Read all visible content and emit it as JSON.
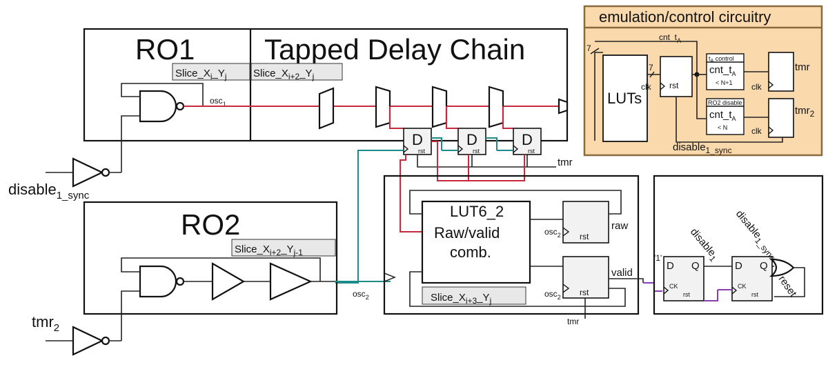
{
  "ro1": {
    "title": "RO1",
    "slice": "Slice_X",
    "slice_sub_i": "i",
    "slice_mid": "_Y",
    "slice_sub_j": "j",
    "osc": "osc",
    "osc_sub": "1"
  },
  "tdc": {
    "title": "Tapped Delay Chain",
    "slice": "Slice_X",
    "slice_sub_i": "i+2",
    "slice_mid": "_Y",
    "slice_sub_j": "j",
    "ff_label": "D",
    "rst": "rst",
    "tmr": "tmr"
  },
  "disable_in": {
    "label": "disable",
    "sub": "1_sync"
  },
  "ro2": {
    "title": "RO2",
    "slice": "Slice_X",
    "slice_sub_i": "i+2",
    "slice_mid": "_Y",
    "slice_sub_j": "j-1",
    "osc": "osc",
    "osc_sub": "2"
  },
  "tmr2_in": {
    "label": "tmr",
    "sub": "2"
  },
  "lut_block": {
    "lut_title": "LUT6_2",
    "lut_line1": "Raw/valid",
    "lut_line2": "comb.",
    "raw": "raw",
    "valid": "valid",
    "osc": "osc",
    "osc_sub": "2",
    "rst": "rst",
    "slice": "Slice_X",
    "slice_sub_i": "i+3",
    "slice_mid": "_Y",
    "slice_sub_j": "j",
    "tmr": "tmr"
  },
  "disable_block": {
    "one": "'1'",
    "d": "D",
    "q": "Q",
    "ck": "CK",
    "rst": "rst",
    "disable1": "disable",
    "disable1_sub": "1",
    "disable_sync": "disable",
    "disable_sync_sub": "1_sync",
    "reset": "reset"
  },
  "emu": {
    "title": "emulation/control circuitry",
    "luts": "LUTs",
    "bus_width": "7",
    "cnt": "cnt_t",
    "cnt_sub": "A",
    "clk": "clk",
    "rst": "rst",
    "ctrl_title": "t",
    "ctrl_title_sub": "A",
    "ctrl_title_rest": " control",
    "ctrl_cond": "< N+1",
    "ro2_disable": "RO2 disable",
    "ro2_cond": "< N",
    "tmr": "tmr",
    "tmr2": "tmr",
    "tmr2_sub": "2",
    "disable": "disable",
    "disable_sub": "1_sync"
  },
  "colors": {
    "red": "#c8283c",
    "teal": "#1a8a8a",
    "purple": "#8a3cb4",
    "emu_bg": "#fad9ac",
    "emu_border": "#8a6a3a"
  }
}
